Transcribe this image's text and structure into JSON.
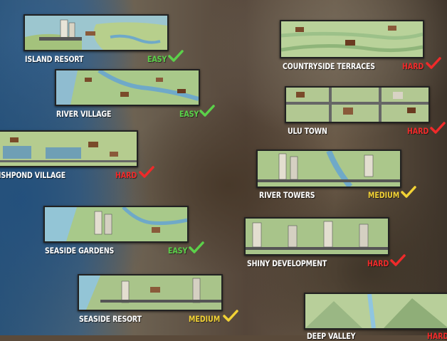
{
  "colors": {
    "easy": "#5bd14a",
    "medium": "#f2d235",
    "hard": "#f02a2a"
  },
  "levels": [
    {
      "name": "ISLAND RESORT",
      "difficulty": "EASY",
      "level": "easy",
      "icon": "checkmark-icon"
    },
    {
      "name": "RIVER VILLAGE",
      "difficulty": "EASY",
      "level": "easy",
      "icon": "checkmark-icon"
    },
    {
      "name": "ISHPOND VILLAGE",
      "difficulty": "HARD",
      "level": "hard",
      "icon": "checkmark-icon"
    },
    {
      "name": "SEASIDE GARDENS",
      "difficulty": "EASY",
      "level": "easy",
      "icon": "checkmark-icon"
    },
    {
      "name": "SEASIDE RESORT",
      "difficulty": "MEDIUM",
      "level": "medium",
      "icon": "checkmark-icon"
    },
    {
      "name": "COUNTRYSIDE TERRACES",
      "difficulty": "HARD",
      "level": "hard",
      "icon": "checkmark-icon"
    },
    {
      "name": "ULU TOWN",
      "difficulty": "HARD",
      "level": "hard",
      "icon": "checkmark-icon"
    },
    {
      "name": "RIVER TOWERS",
      "difficulty": "MEDIUM",
      "level": "medium",
      "icon": "checkmark-icon"
    },
    {
      "name": "SHINY DEVELOPMENT",
      "difficulty": "HARD",
      "level": "hard",
      "icon": "checkmark-icon"
    },
    {
      "name": "DEEP VALLEY",
      "difficulty": "HARD",
      "level": "hard",
      "icon": "checkmark-icon"
    }
  ]
}
